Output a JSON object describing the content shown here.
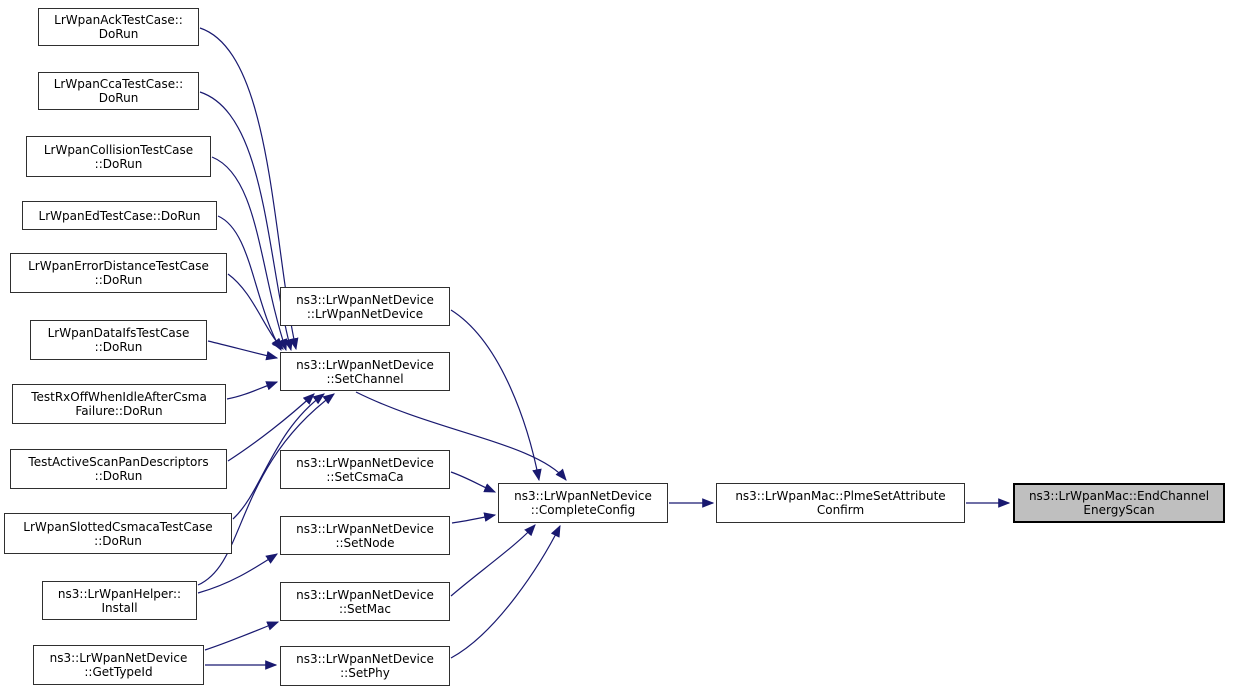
{
  "graph": {
    "kind": "doxygen-caller-graph",
    "direction": "left-to-right",
    "highlighted_node": "endscan",
    "colors": {
      "edge": "#191970",
      "node_background": "#ffffff",
      "node_border": "#2f2f2f",
      "highlight_background": "#bfbfbf",
      "text": "#000000"
    }
  },
  "nodes": [
    {
      "id": "ack",
      "line1": "LrWpanAckTestCase::",
      "line2": "DoRun"
    },
    {
      "id": "cca",
      "line1": "LrWpanCcaTestCase::",
      "line2": "DoRun"
    },
    {
      "id": "collision",
      "line1": "LrWpanCollisionTestCase",
      "line2": "::DoRun"
    },
    {
      "id": "ed",
      "line1": "LrWpanEdTestCase::DoRun"
    },
    {
      "id": "errdist",
      "line1": "LrWpanErrorDistanceTestCase",
      "line2": "::DoRun"
    },
    {
      "id": "dataifs",
      "line1": "LrWpanDataIfsTestCase",
      "line2": "::DoRun"
    },
    {
      "id": "rxoff",
      "line1": "TestRxOffWhenIdleAfterCsma",
      "line2": "Failure::DoRun"
    },
    {
      "id": "activescan",
      "line1": "TestActiveScanPanDescriptors",
      "line2": "::DoRun"
    },
    {
      "id": "slotted",
      "line1": "LrWpanSlottedCsmacaTestCase",
      "line2": "::DoRun"
    },
    {
      "id": "install",
      "line1": "ns3::LrWpanHelper::",
      "line2": "Install"
    },
    {
      "id": "gettypeid",
      "line1": "ns3::LrWpanNetDevice",
      "line2": "::GetTypeId"
    },
    {
      "id": "ctor",
      "line1": "ns3::LrWpanNetDevice",
      "line2": "::LrWpanNetDevice"
    },
    {
      "id": "setchannel",
      "line1": "ns3::LrWpanNetDevice",
      "line2": "::SetChannel"
    },
    {
      "id": "setcsmaca",
      "line1": "ns3::LrWpanNetDevice",
      "line2": "::SetCsmaCa"
    },
    {
      "id": "setnode",
      "line1": "ns3::LrWpanNetDevice",
      "line2": "::SetNode"
    },
    {
      "id": "setmac",
      "line1": "ns3::LrWpanNetDevice",
      "line2": "::SetMac"
    },
    {
      "id": "setphy",
      "line1": "ns3::LrWpanNetDevice",
      "line2": "::SetPhy"
    },
    {
      "id": "completeconfig",
      "line1": "ns3::LrWpanNetDevice",
      "line2": "::CompleteConfig"
    },
    {
      "id": "plme",
      "line1": "ns3::LrWpanMac::PlmeSetAttribute",
      "line2": "Confirm"
    },
    {
      "id": "endscan",
      "line1": "ns3::LrWpanMac::EndChannel",
      "line2": "EnergyScan"
    }
  ],
  "edges": [
    {
      "from": "ack",
      "to": "setchannel"
    },
    {
      "from": "cca",
      "to": "setchannel"
    },
    {
      "from": "collision",
      "to": "setchannel"
    },
    {
      "from": "ed",
      "to": "setchannel"
    },
    {
      "from": "errdist",
      "to": "setchannel"
    },
    {
      "from": "dataifs",
      "to": "setchannel"
    },
    {
      "from": "rxoff",
      "to": "setchannel"
    },
    {
      "from": "activescan",
      "to": "setchannel"
    },
    {
      "from": "slotted",
      "to": "setchannel"
    },
    {
      "from": "install",
      "to": "setchannel"
    },
    {
      "from": "install",
      "to": "setnode"
    },
    {
      "from": "gettypeid",
      "to": "setmac"
    },
    {
      "from": "gettypeid",
      "to": "setphy"
    },
    {
      "from": "ctor",
      "to": "completeconfig"
    },
    {
      "from": "setchannel",
      "to": "completeconfig"
    },
    {
      "from": "setcsmaca",
      "to": "completeconfig"
    },
    {
      "from": "setnode",
      "to": "completeconfig"
    },
    {
      "from": "setmac",
      "to": "completeconfig"
    },
    {
      "from": "setphy",
      "to": "completeconfig"
    },
    {
      "from": "completeconfig",
      "to": "plme"
    },
    {
      "from": "plme",
      "to": "endscan"
    }
  ]
}
